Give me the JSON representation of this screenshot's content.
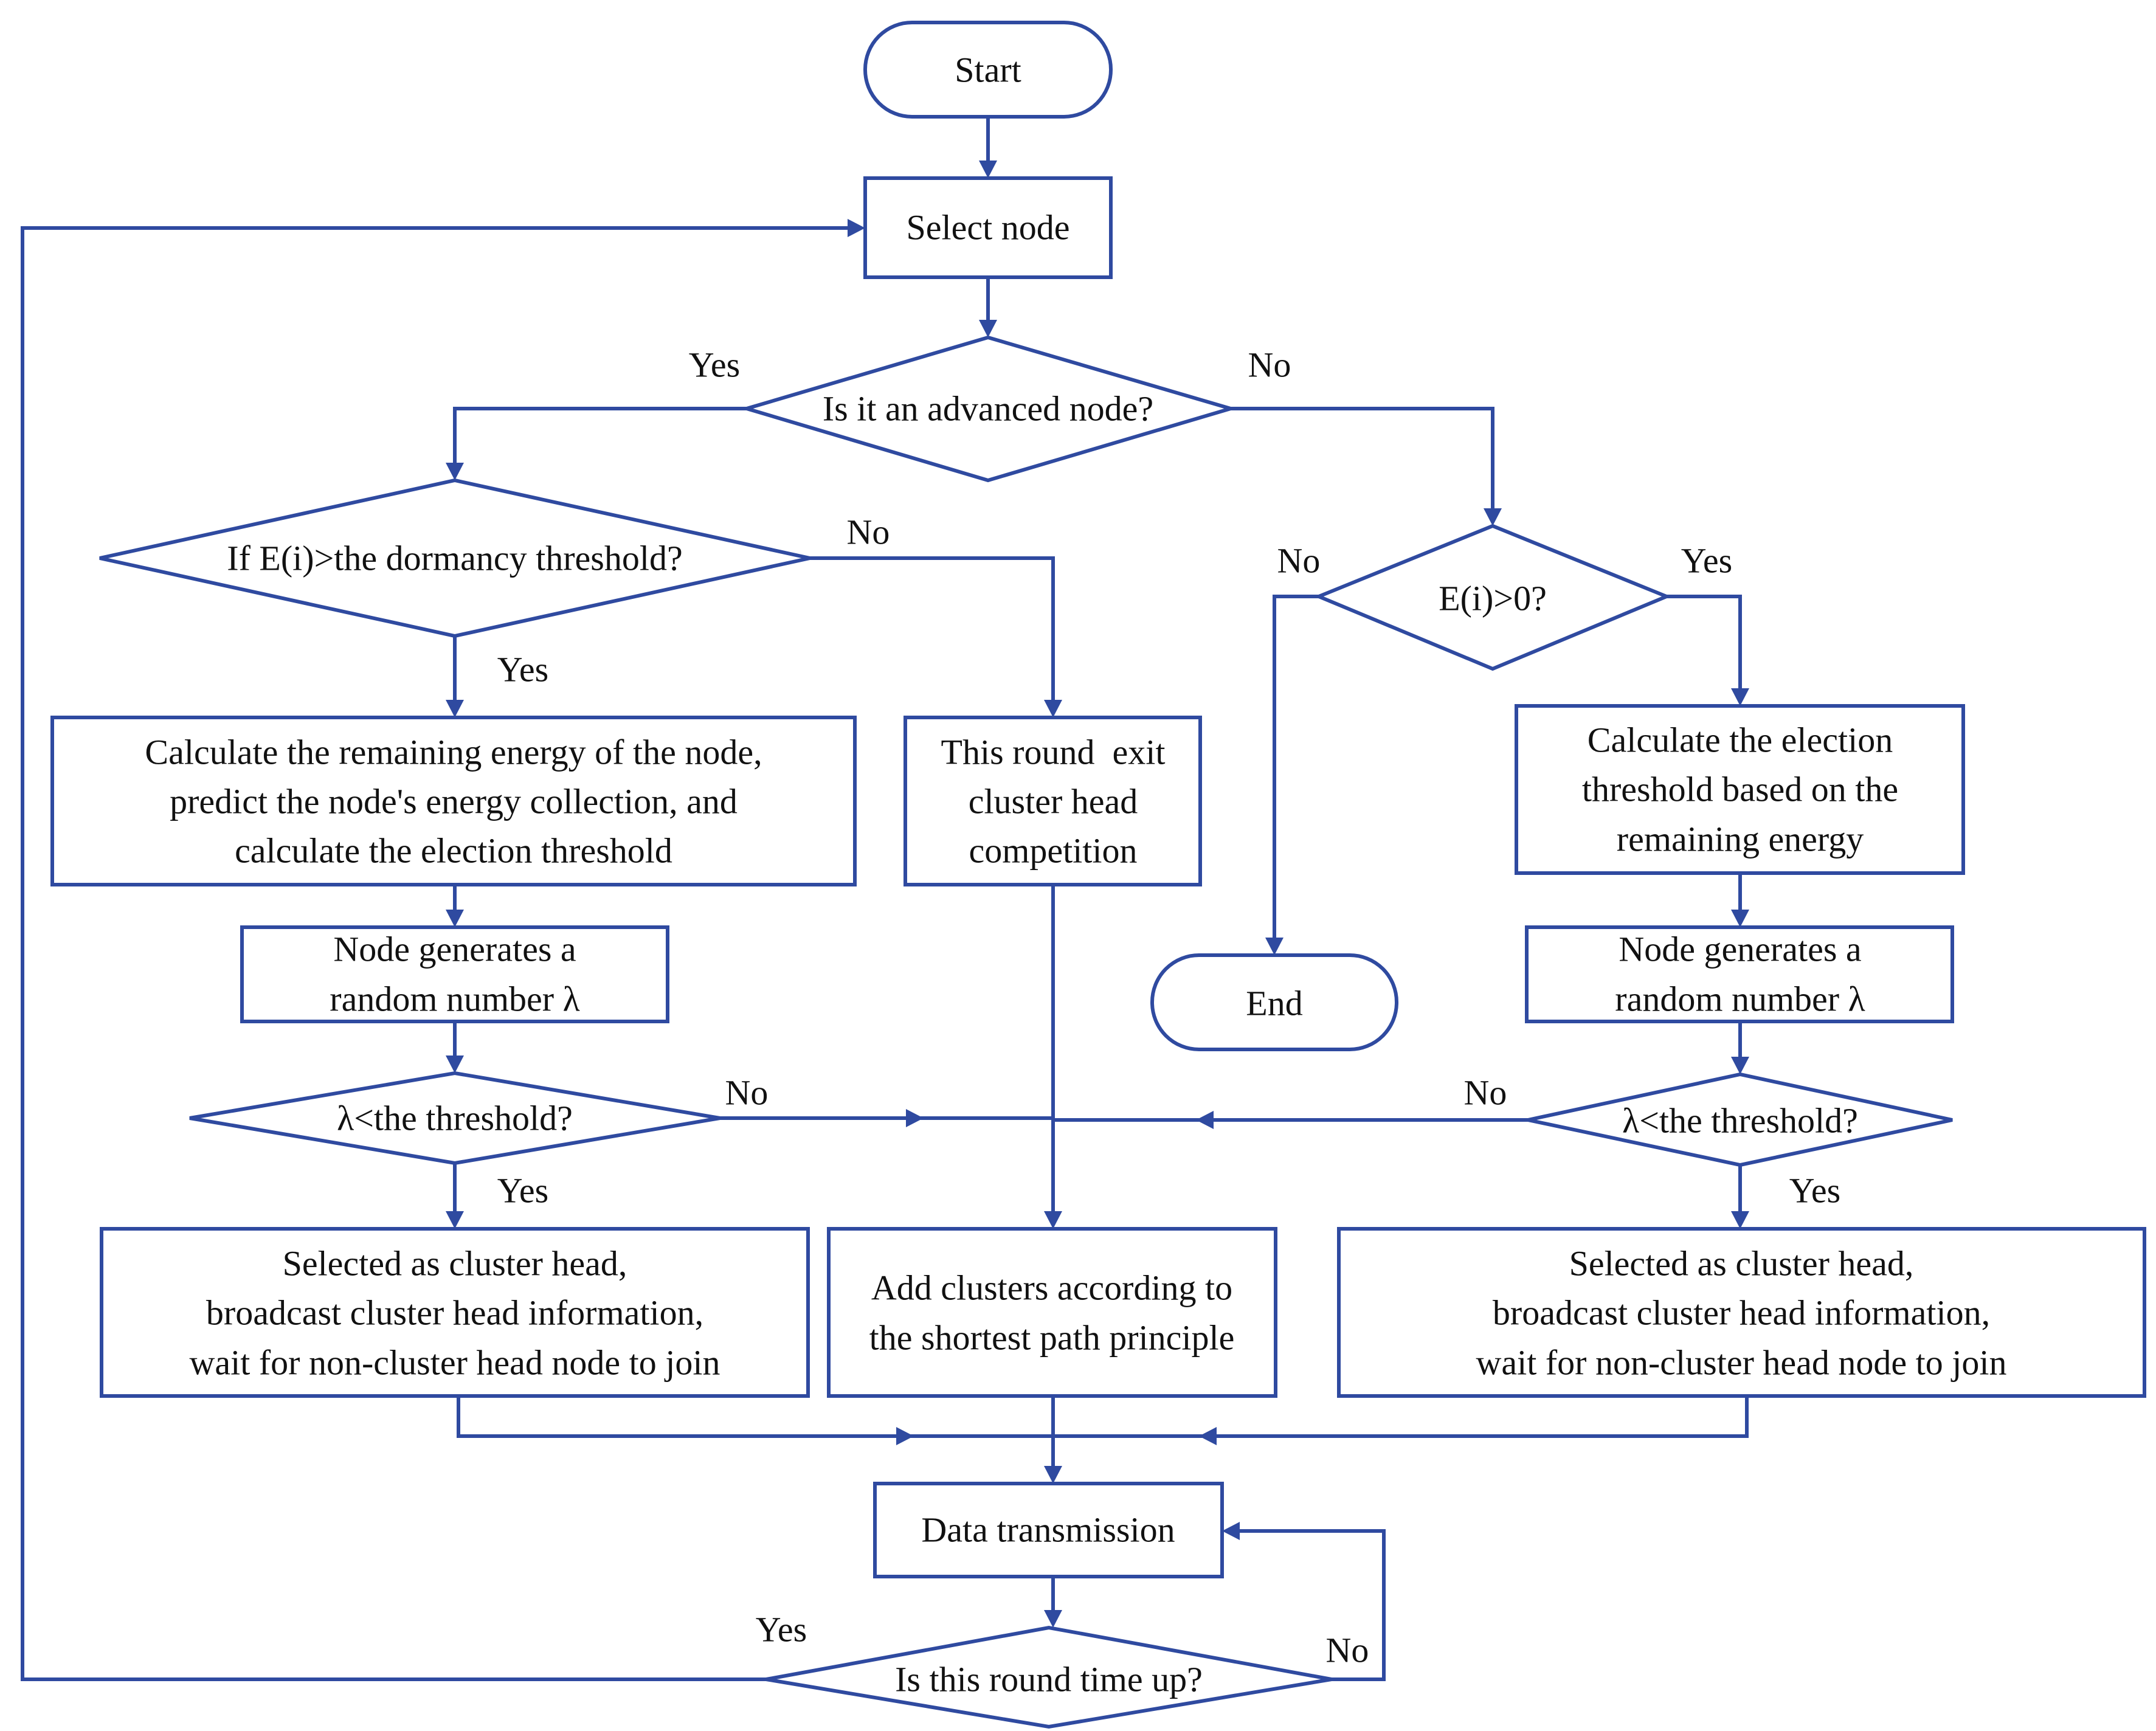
{
  "colors": {
    "stroke": "#2f4aa0",
    "text": "#111111",
    "background": "#ffffff"
  },
  "nodes": {
    "start": "Start",
    "select_node": "Select node",
    "advanced_node": "Is it an advanced node?",
    "dormancy": "If E(i)>the dormancy threshold?",
    "ei_positive": "E(i)>0?",
    "calc_left": [
      "Calculate the remaining energy of the node,",
      "predict the node's energy collection, and",
      "calculate the election threshold"
    ],
    "exit_round": [
      "This round  exit",
      "cluster head",
      "competition"
    ],
    "calc_right": [
      "Calculate the election",
      "threshold based on the",
      "remaining energy"
    ],
    "rand_left": [
      "Node generates a",
      "random number λ"
    ],
    "rand_right": [
      "Node generates a",
      "random number λ"
    ],
    "end": "End",
    "lambda_left": "λ<the threshold?",
    "lambda_right": "λ<the threshold?",
    "ch_left": [
      "Selected as cluster head,",
      "broadcast cluster head information,",
      "wait for non-cluster head node to join"
    ],
    "add_clusters": [
      "Add clusters according to",
      "the shortest path principle"
    ],
    "ch_right": [
      "Selected as cluster head,",
      "broadcast cluster head information,",
      "wait for non-cluster head node to join"
    ],
    "data_tx": "Data transmission",
    "round_up": "Is this round time up?"
  },
  "labels": {
    "adv_yes": "Yes",
    "adv_no": "No",
    "dorm_no": "No",
    "dorm_yes": "Yes",
    "ei_no": "No",
    "ei_yes": "Yes",
    "lam_left_no": "No",
    "lam_left_yes": "Yes",
    "lam_right_no": "No",
    "lam_right_yes": "Yes",
    "round_yes": "Yes",
    "round_no": "No"
  }
}
